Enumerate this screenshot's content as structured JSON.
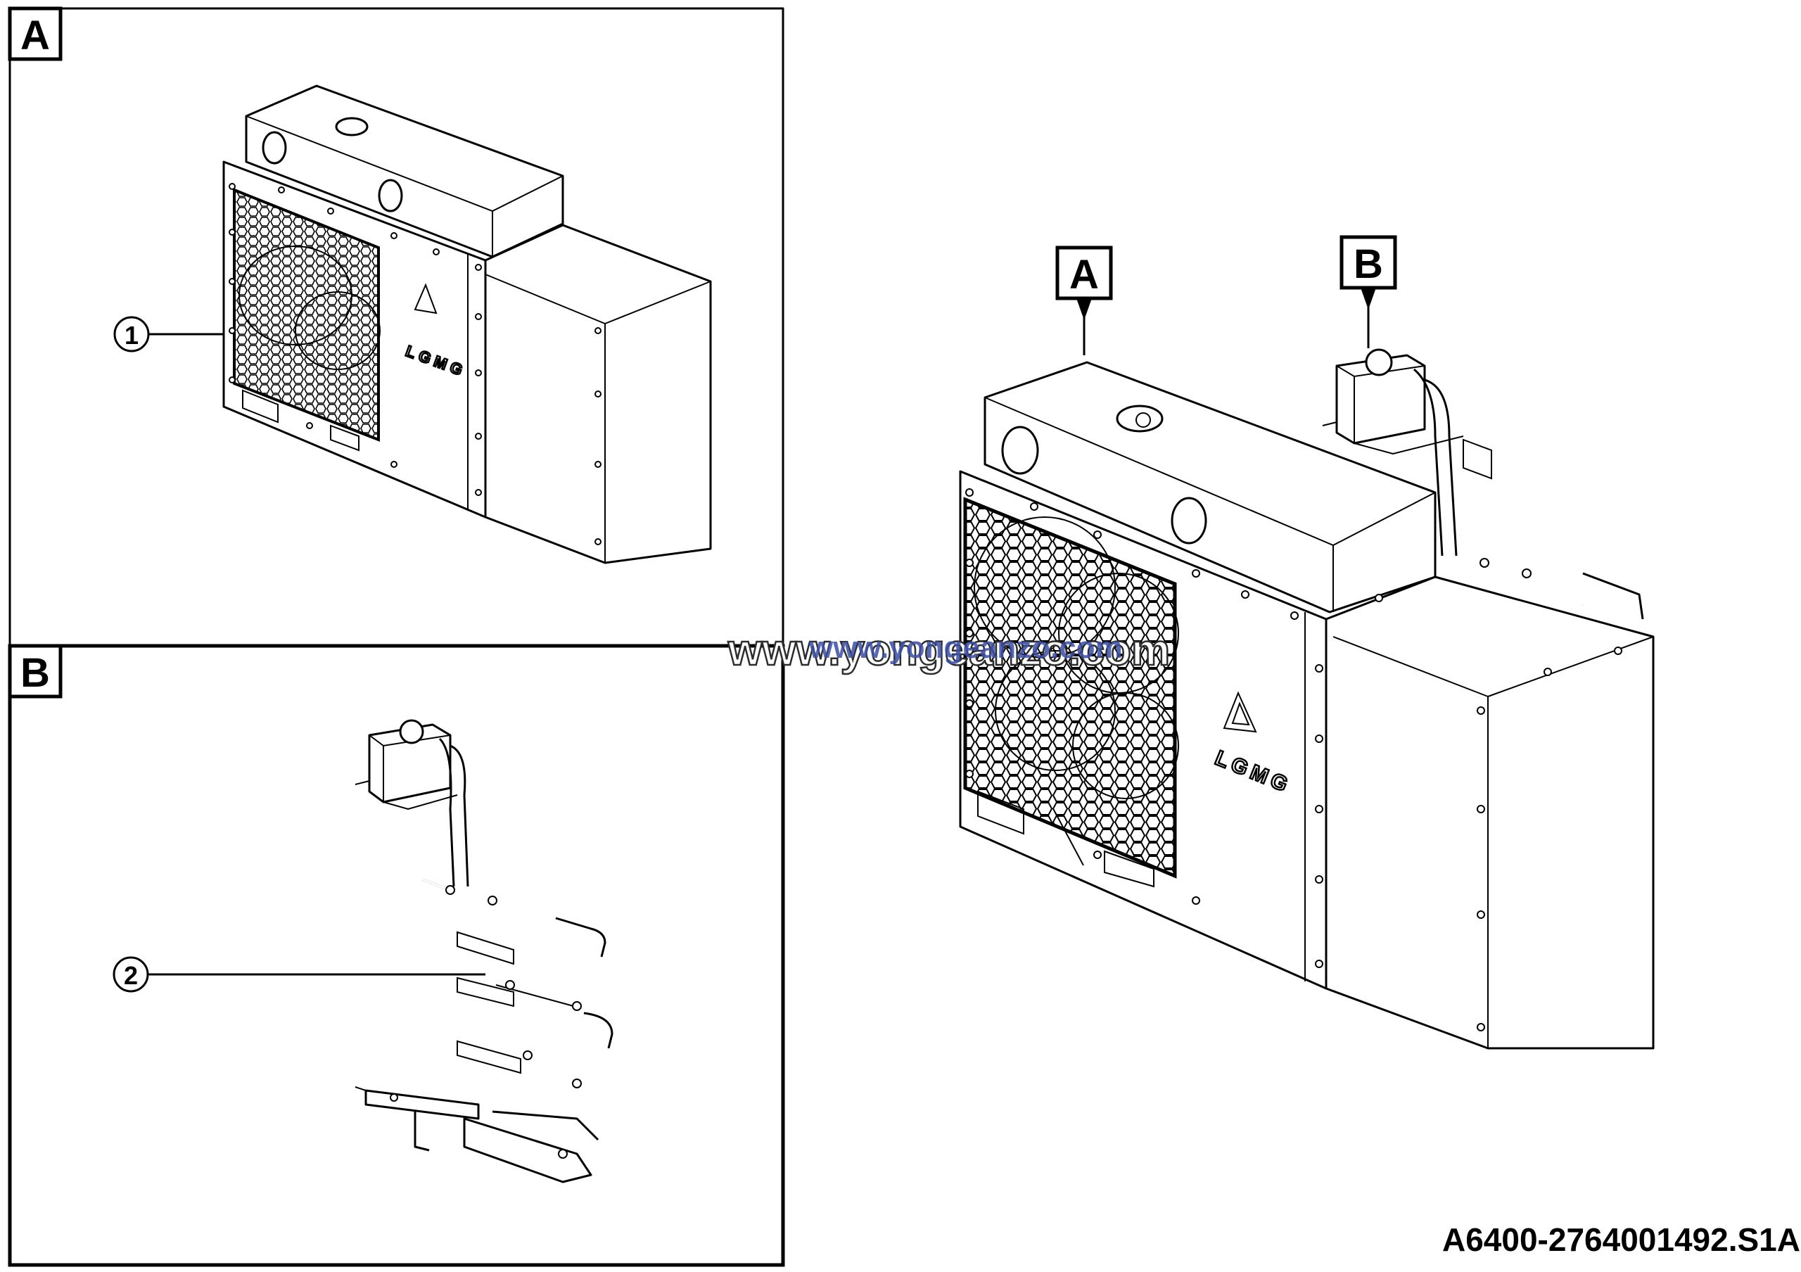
{
  "panels": {
    "a": {
      "label": "A"
    },
    "b": {
      "label": "B"
    }
  },
  "callouts": [
    {
      "number": "1"
    },
    {
      "number": "2"
    }
  ],
  "view_tags": {
    "a": "A",
    "b": "B"
  },
  "logo_text": "LGMG",
  "watermark": "www.yongeanzo.com",
  "drawing_code": "A6400-2764001492.S1A",
  "colors": {
    "line": "#000000",
    "background": "#ffffff",
    "watermark_fill": "#3c4fa8"
  }
}
